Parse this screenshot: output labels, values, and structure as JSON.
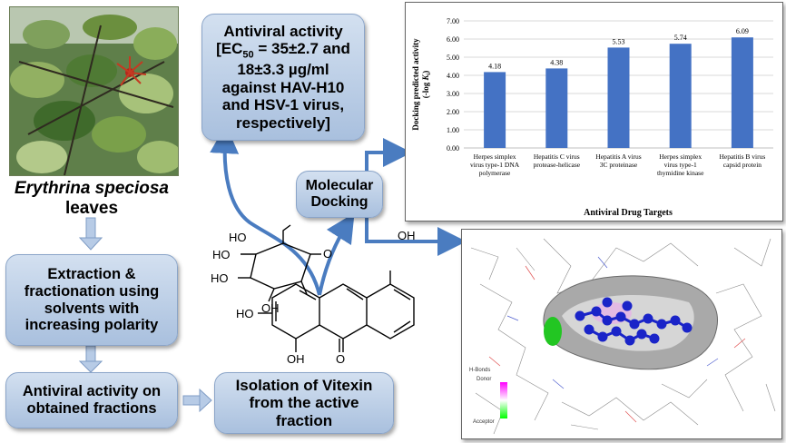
{
  "plant": {
    "caption_species": "Erythrina speciosa",
    "caption_part": "leaves"
  },
  "boxes": {
    "extraction": "Extraction &\nfractionation using\nsolvents with\nincreasing polarity",
    "antiviral_fractions": "Antiviral activity on\nobtained fractions",
    "isolation": "Isolation of Vitexin\nfrom the active\nfraction",
    "molecular_docking": "Molecular\nDocking",
    "antiviral_title": "Antiviral activity",
    "antiviral_ec_prefix": "[EC",
    "antiviral_ec_sub": "50",
    "antiviral_ec_rest": " = 35±2.7 and",
    "antiviral_lines": "18±3.3 µg/ml\nagainst HAV-H10\nand HSV-1 virus,\nrespectively]"
  },
  "structure": {
    "labels": [
      "HO",
      "HO",
      "HO",
      "OH",
      "O",
      "OH",
      "HO",
      "OH",
      "O",
      "O",
      "OH"
    ]
  },
  "chart_data": {
    "type": "bar",
    "categories": [
      "Herpes simplex virus type-1 DNA polymerase",
      "Hepatitis C virus protease-helicase",
      "Hepatitis A virus 3C proteinase",
      "Herpes simplex virus type-1 thymidine kinase",
      "Hepatitis B virus capsid protein"
    ],
    "category_lines": [
      [
        "Herpes simplex",
        "virus type-1 DNA",
        "polymerase"
      ],
      [
        "Hepatitis C virus",
        "protease-helicase"
      ],
      [
        "Hepatitis A virus",
        "3C proteinase"
      ],
      [
        "Herpes simplex",
        "virus type-1",
        "thymidine kinase"
      ],
      [
        "Hepatitis B virus",
        "capsid protein"
      ]
    ],
    "values": [
      4.18,
      4.38,
      5.53,
      5.74,
      6.09
    ],
    "data_labels": [
      "4.18",
      "4.38",
      "5.53",
      "5.74",
      "6.09"
    ],
    "xlabel": "Antiviral Drug Targets",
    "ylabel_line1": "Docking predicted activity",
    "ylabel_line2_prefix": "(-log ",
    "ylabel_line2_var": "K",
    "ylabel_line2_sub": "i",
    "ylabel_line2_suffix": ")",
    "ylim": [
      0,
      7
    ],
    "yticks": [
      "0.00",
      "1.00",
      "2.00",
      "3.00",
      "4.00",
      "5.00",
      "6.00",
      "7.00"
    ],
    "bar_color": "#4472c4",
    "grid": true
  },
  "docking_view": {
    "legend_title": "H-Bonds",
    "legend_donor": "Donor",
    "legend_acceptor": "Acceptor",
    "donor_color": "#ff00ff",
    "acceptor_color": "#00ff00",
    "ligand_color": "#1a24c8"
  }
}
